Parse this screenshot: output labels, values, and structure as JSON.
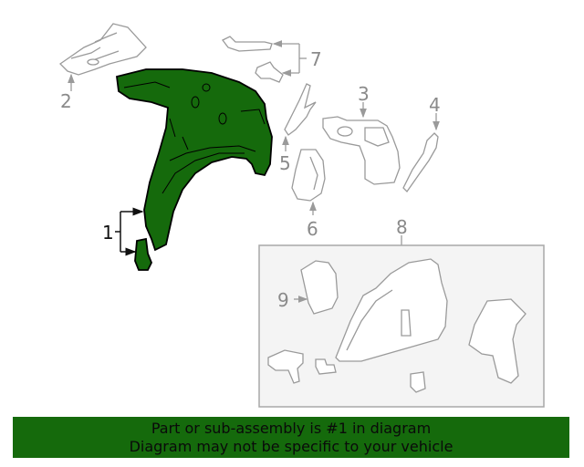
{
  "diagram": {
    "callouts": [
      {
        "id": "1",
        "label": "1",
        "highlighted": true
      },
      {
        "id": "2",
        "label": "2",
        "highlighted": false
      },
      {
        "id": "3",
        "label": "3",
        "highlighted": false
      },
      {
        "id": "4",
        "label": "4",
        "highlighted": false
      },
      {
        "id": "5",
        "label": "5",
        "highlighted": false
      },
      {
        "id": "6",
        "label": "6",
        "highlighted": false
      },
      {
        "id": "7",
        "label": "7",
        "highlighted": false
      },
      {
        "id": "8",
        "label": "8",
        "highlighted": false
      },
      {
        "id": "9",
        "label": "9",
        "highlighted": false
      }
    ],
    "colors": {
      "highlight_fill": "#156a0c",
      "line_gray": "#9a9a9a",
      "box_fill": "#f4f4f4",
      "box_border": "#a8a8a8"
    }
  },
  "banner": {
    "line1": "Part or sub-assembly is #1 in diagram",
    "line2": "Diagram may not be specific to your vehicle",
    "background": "#156a0c"
  }
}
